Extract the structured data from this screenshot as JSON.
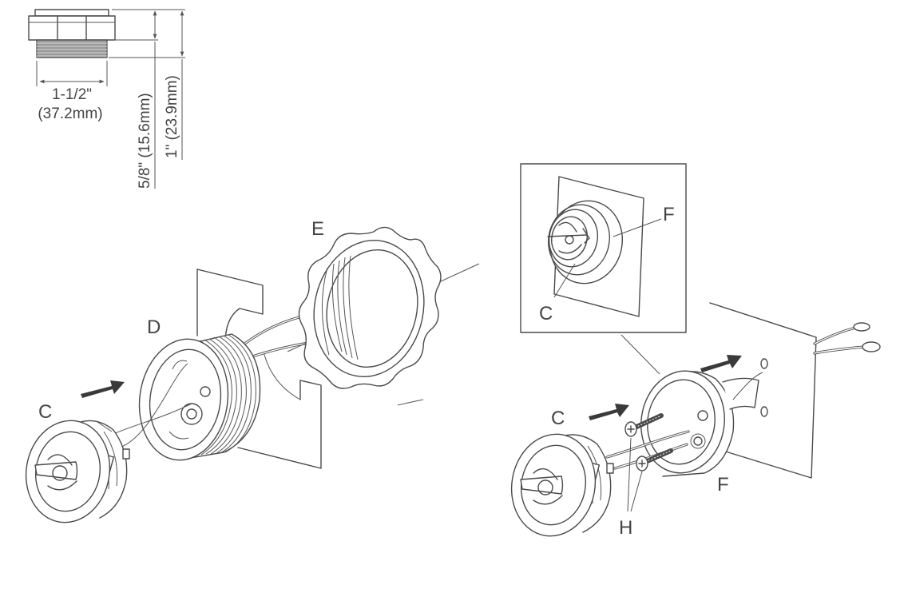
{
  "dimensions": {
    "width_imperial": "1-1/2\"",
    "width_metric": "(37.2mm)",
    "short_height": "5/8\" (15.6mm)",
    "tall_height": "1\" (23.9mm)"
  },
  "callouts": {
    "c_left": "C",
    "d": "D",
    "e": "E",
    "f_inset": "F",
    "c_inset": "C",
    "c_right": "C",
    "f_right": "F",
    "h": "H"
  },
  "colors": {
    "line": "#4a4a4a",
    "arrow": "#3a3a3a",
    "background": "#ffffff"
  }
}
